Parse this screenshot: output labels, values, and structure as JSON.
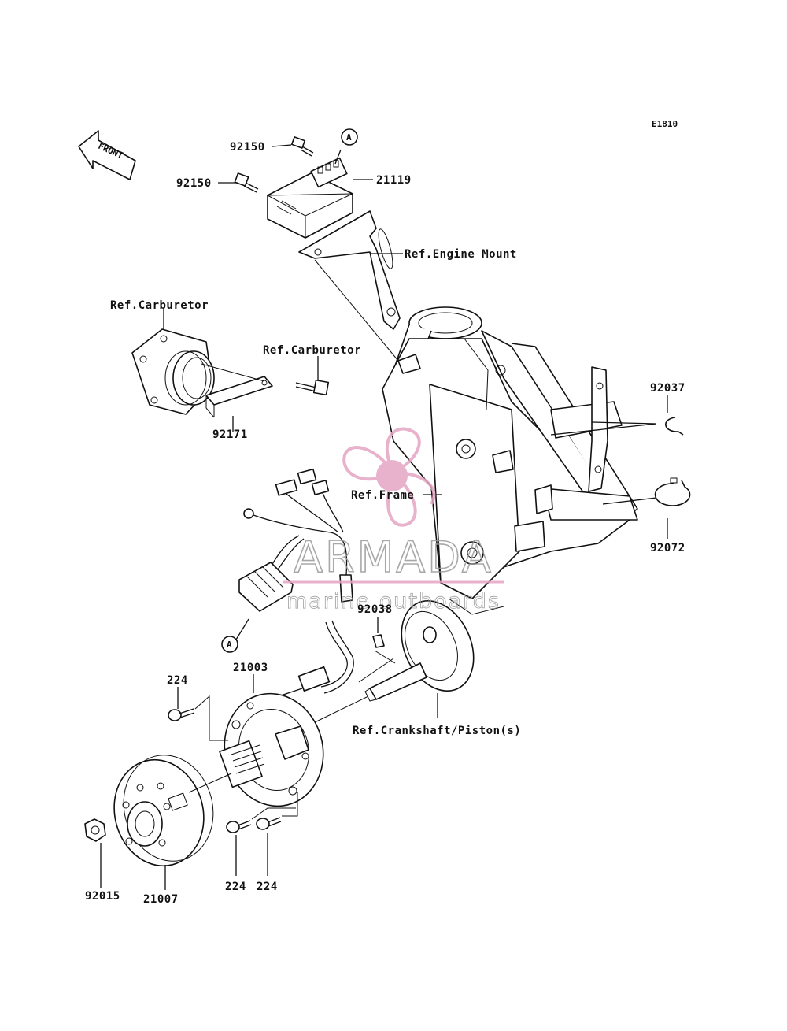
{
  "diagram": {
    "code": "E1810",
    "front_label": "FRONT",
    "callout_a": "A",
    "labels": {
      "p92150_top": "92150",
      "p92150_left": "92150",
      "p21119": "21119",
      "ref_engine_mount": "Ref.Engine Mount",
      "ref_carburetor_top": "Ref.Carburetor",
      "ref_carburetor_mid": "Ref.Carburetor",
      "p92171": "92171",
      "p92037": "92037",
      "ref_frame": "Ref.Frame",
      "p92072": "92072",
      "p92038": "92038",
      "p224_top": "224",
      "p21003": "21003",
      "ref_crankshaft": "Ref.Crankshaft/Piston(s)",
      "p92015": "92015",
      "p21007": "21007",
      "p224_bottom_left": "224",
      "p224_bottom_right": "224"
    }
  },
  "watermark": {
    "brand": "ARMADA",
    "tagline": "marine outboards",
    "color": "#e6a5c4"
  }
}
